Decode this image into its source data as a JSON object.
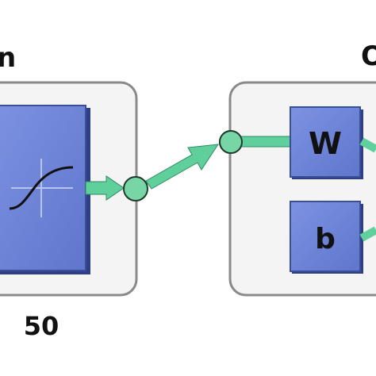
{
  "diagram": {
    "layers": [
      {
        "partial_title": "n",
        "transfer_function": "sigmoid-icon",
        "size_label": "50"
      },
      {
        "partial_title": "O",
        "weight_label": "W",
        "bias_label": "b"
      }
    ]
  },
  "colors": {
    "block_fill": "#6b82d6",
    "block_stroke": "#3b4f97",
    "panel_fill": "#f4f4f4",
    "panel_stroke": "#8a8a8a",
    "connector": "#5fcf9c",
    "node_fill": "#78d6a6",
    "node_stroke": "#1f3a2c"
  }
}
